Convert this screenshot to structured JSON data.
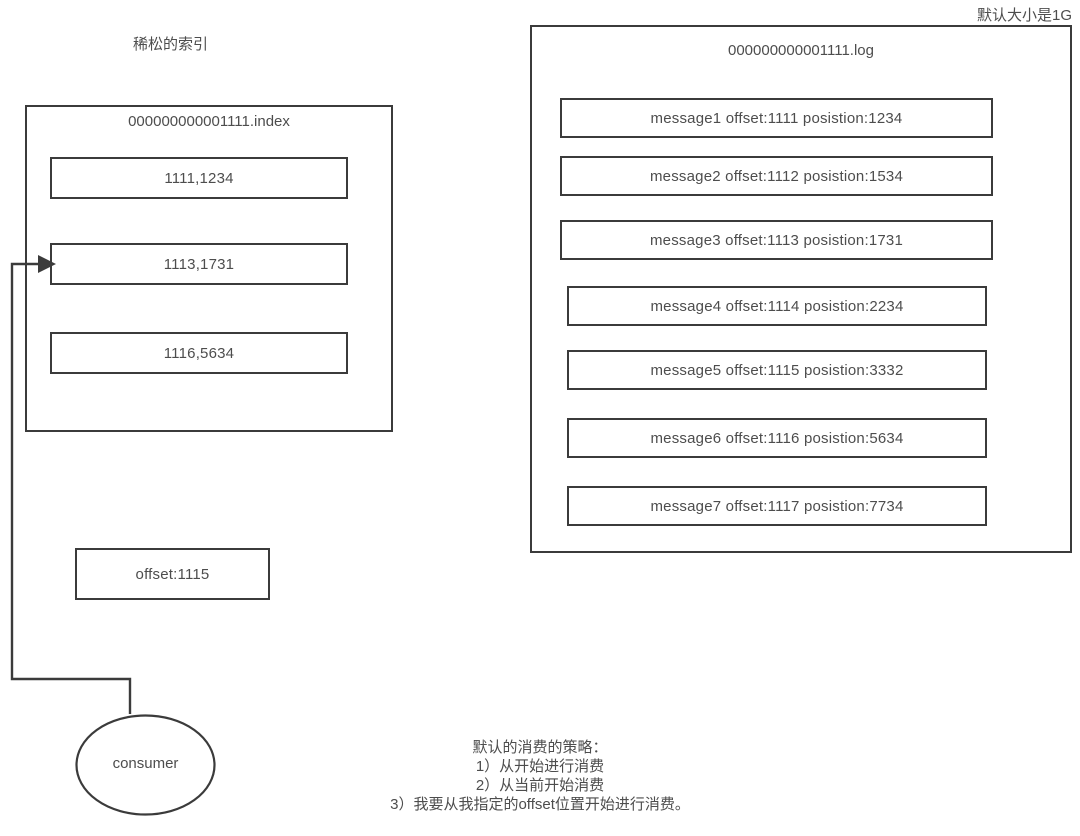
{
  "diagram": {
    "labels": {
      "sparse_index": "稀松的索引",
      "default_size": "默认大小是1G"
    },
    "index_panel": {
      "title": "000000000001111.index",
      "entries": [
        "1111,1234",
        "1113,1731",
        "1116,5634"
      ]
    },
    "log_panel": {
      "title": "000000000001111.log",
      "messages": [
        "message1  offset:1111  posistion:1234",
        "message2  offset:1112  posistion:1534",
        "message3  offset:1113  posistion:1731",
        "message4  offset:1114  posistion:2234",
        "message5  offset:1115  posistion:3332",
        "message6  offset:1116  posistion:5634",
        "message7  offset:1117  posistion:7734"
      ]
    },
    "offset_box": {
      "value": "offset:1115"
    },
    "consumer": {
      "label": "consumer"
    },
    "note": {
      "text": "默认的消费的策略：\n1）从开始进行消费\n2）从当前开始消费\n3）我要从我指定的offset位置开始进行消费。"
    },
    "colors": {
      "stroke": "#3b3b3b",
      "text": "#4d4d4d",
      "background": "#ffffff"
    }
  }
}
